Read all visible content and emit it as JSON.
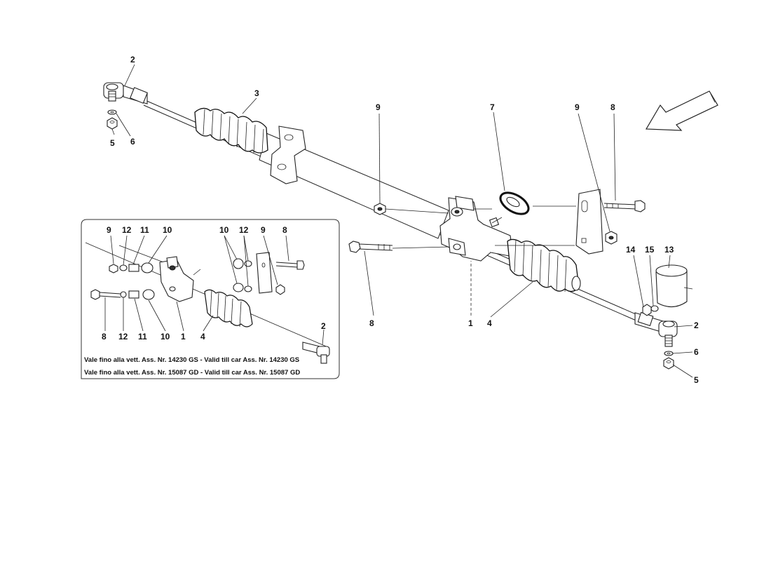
{
  "diagram": {
    "callouts": {
      "c2_tl": "2",
      "c3": "3",
      "c5_l": "5",
      "c6_l": "6",
      "c9_a": "9",
      "c7": "7",
      "c9_b": "9",
      "c8_a": "8",
      "c8_b": "8",
      "c1": "1",
      "c4": "4",
      "c14": "14",
      "c15": "15",
      "c13": "13",
      "c2_r": "2",
      "c6_r": "6",
      "c5_r": "5"
    },
    "inset": {
      "top_labels": [
        "9",
        "12",
        "11",
        "10",
        "10",
        "12",
        "9",
        "8"
      ],
      "bottom_labels": [
        "8",
        "12",
        "11",
        "10",
        "1",
        "4"
      ],
      "label_2": "2",
      "note_1": "Vale fino alla vett. Ass. Nr. 14230 GS - Valid till car Ass. Nr. 14230 GS",
      "note_2": "Vale fino alla vett. Ass. Nr. 15087 GD - Valid till car Ass. Nr. 15087 GD"
    }
  }
}
